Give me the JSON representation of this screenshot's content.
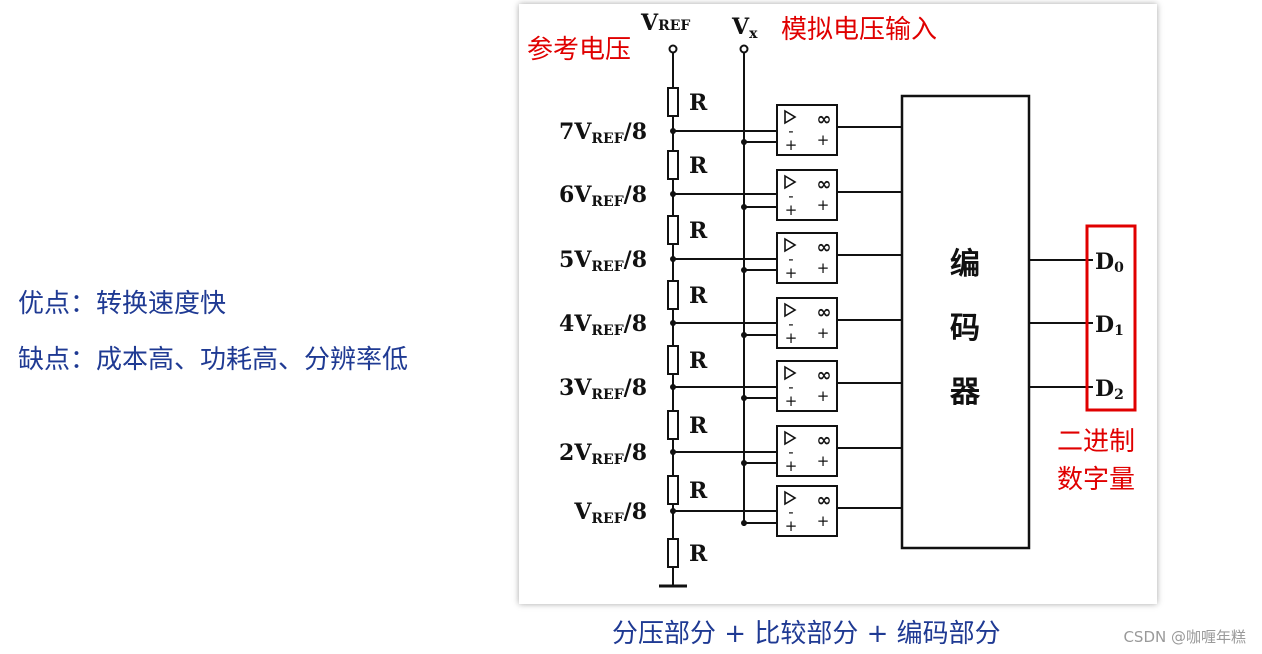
{
  "notes": {
    "advantage": "优点：转换速度快",
    "disadvantage": "缺点：成本高、功耗高、分辨率低"
  },
  "annotations": {
    "ref_voltage": "参考电压",
    "analog_input": "模拟电压输入",
    "binary_line1": "二进制",
    "binary_line2": "数字量"
  },
  "top_labels": {
    "vref_main": "V",
    "vref_sub": "REF",
    "vx_main": "V",
    "vx_sub": "x"
  },
  "resistor_label": "R",
  "taps": [
    {
      "prefix": "7V",
      "sub": "REF",
      "suffix": "/8"
    },
    {
      "prefix": "6V",
      "sub": "REF",
      "suffix": "/8"
    },
    {
      "prefix": "5V",
      "sub": "REF",
      "suffix": "/8"
    },
    {
      "prefix": "4V",
      "sub": "REF",
      "suffix": "/8"
    },
    {
      "prefix": "3V",
      "sub": "REF",
      "suffix": "/8"
    },
    {
      "prefix": "2V",
      "sub": "REF",
      "suffix": "/8"
    },
    {
      "prefix": "V",
      "sub": "REF",
      "suffix": "/8"
    }
  ],
  "comparator": {
    "symbol": "∞",
    "minus": "-",
    "plus": "+"
  },
  "encoder": {
    "chars": [
      "编",
      "码",
      "器"
    ]
  },
  "outputs": [
    {
      "main": "D",
      "sub": "0"
    },
    {
      "main": "D",
      "sub": "1"
    },
    {
      "main": "D",
      "sub": "2"
    }
  ],
  "colors": {
    "accent_red": "#e00000",
    "note_blue": "#1f3a93"
  },
  "bottom_caption": "分压部分 + 比较部分 + 编码部分",
  "watermark": "CSDN @咖喱年糕"
}
